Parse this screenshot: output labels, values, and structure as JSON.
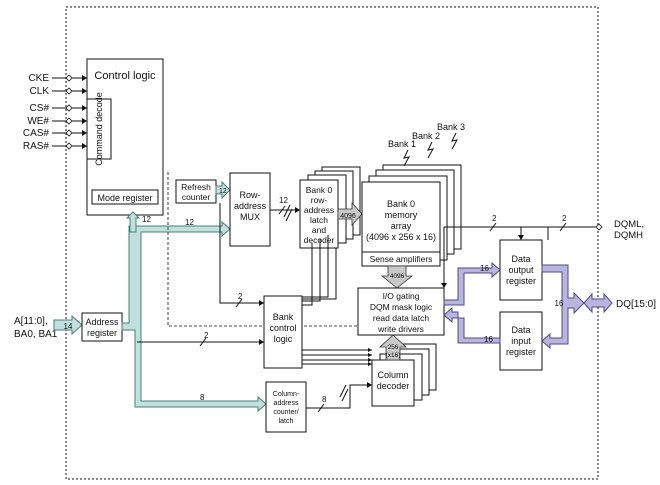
{
  "blocks": {
    "control_logic": "Control logic",
    "command_decode": "Command decode",
    "mode_register": "Mode register",
    "refresh_counter": [
      "Refresh",
      "counter"
    ],
    "row_mux": [
      "Row-",
      "address",
      "MUX"
    ],
    "bank0_row_latch": [
      "Bank 0",
      "row-",
      "address",
      "latch",
      "and",
      "decoder"
    ],
    "bank0_memory": [
      "Bank 0",
      "memory",
      "array",
      "(4096 x 256 x 16)"
    ],
    "sense_amplifiers": "Sense amplifiers",
    "bank_labels": [
      "Bank 1",
      "Bank 2",
      "Bank 3"
    ],
    "io_gating": [
      "I/O gating",
      "DQM mask logic",
      "read data latch",
      "write drivers"
    ],
    "bank_control": [
      "Bank",
      "control",
      "logic"
    ],
    "column_decoder": [
      "Column",
      "decoder"
    ],
    "column_counter": [
      "Column-",
      "address",
      "counter/",
      "latch"
    ],
    "address_register": [
      "Address",
      "register"
    ],
    "data_output": [
      "Data",
      "output",
      "register"
    ],
    "data_input": [
      "Data",
      "input",
      "register"
    ]
  },
  "signals": {
    "control_inputs": [
      "CKE",
      "CLK",
      "CS#",
      "WE#",
      "CAS#",
      "RAS#"
    ],
    "address_input": [
      "A[11:0],",
      "BA0, BA1"
    ],
    "dqm": [
      "DQML,",
      "DQMH"
    ],
    "dq": "DQ[15:0]"
  },
  "widths": {
    "addr_in": "14",
    "refresh_out": "12",
    "ctrl_12": "12",
    "bus_12": "12",
    "row_mux_out": "12",
    "row_4096": "4096",
    "sense_4096": "4096",
    "bank_ctrl_in": "2",
    "bank_ctrl_addr": "2",
    "col_8": "8",
    "col_counter_out": "8",
    "col_256": [
      "256",
      "(x16)"
    ],
    "io_out_16": "16",
    "io_in_16": "16",
    "dq_16": "16",
    "dqm_2a": "2",
    "dqm_2b": "2"
  },
  "colors": {
    "address_bus": "#bfe0dc",
    "data_bus": "#b9b6dd",
    "internal_bus": "#c9c9c9"
  }
}
